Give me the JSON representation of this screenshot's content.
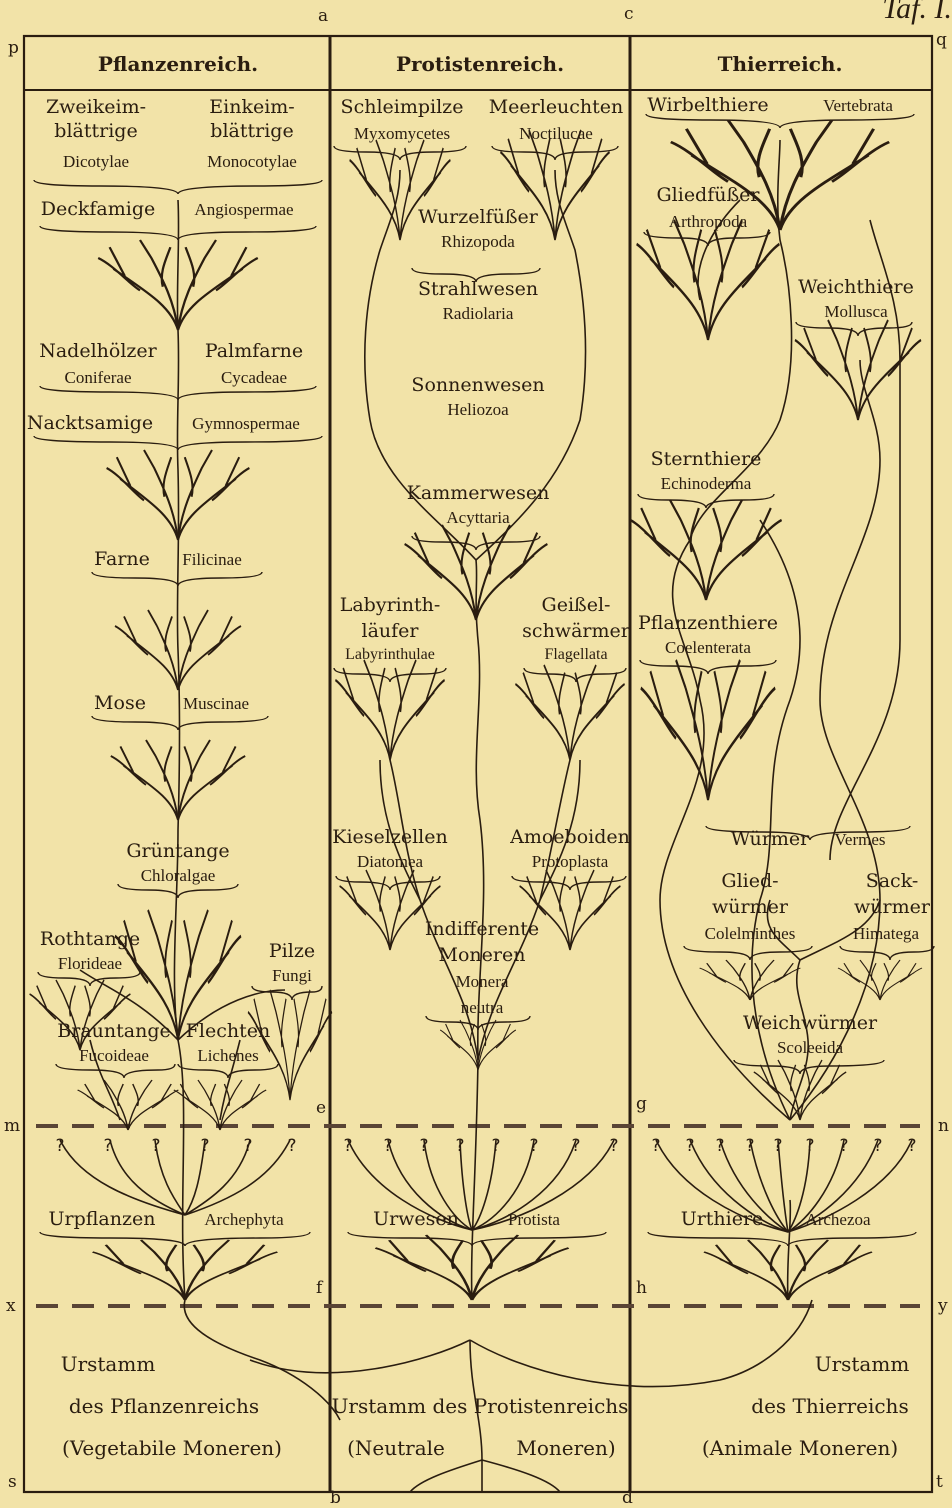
{
  "plate_number": "Taf. I.",
  "corner_labels": {
    "a": "a",
    "c_top": "c",
    "p": "p",
    "q": "q",
    "e": "e",
    "g": "g",
    "m": "m",
    "n": "n",
    "f": "f",
    "h": "h",
    "x": "x",
    "y": "y",
    "s": "s",
    "t": "t",
    "b": "b",
    "d": "d"
  },
  "question_mark": "?",
  "headers": {
    "plants": "Pflanzenreich.",
    "protists": "Protistenreich.",
    "animals": "Thierreich."
  },
  "plants": {
    "dicot_de": "Zweikeim-",
    "dicot_de2": "blättrige",
    "dicot_la": "Dicotylae",
    "monocot_de": "Einkeim-",
    "monocot_de2": "blättrige",
    "monocot_la": "Monocotylae",
    "angio_de": "Deckfamige",
    "angio_la": "Angiospermae",
    "conif_de": "Nadelhölzer",
    "conif_la": "Coniferae",
    "cycad_de": "Palmfarne",
    "cycad_la": "Cycadeae",
    "gymno_de": "Nacktsamige",
    "gymno_la": "Gymnospermae",
    "fern_de": "Farne",
    "fern_la": "Filicinae",
    "moss_de": "Mose",
    "moss_la": "Muscinae",
    "green_de": "Grüntange",
    "green_la": "Chloralgae",
    "red_de": "Rothtange",
    "red_la": "Florideae",
    "fungi_de": "Pilze",
    "fungi_la": "Fungi",
    "brown_de": "Brauntange",
    "brown_la": "Fucoideae",
    "lichen_de": "Flechten",
    "lichen_la": "Lichenes",
    "archephyta_de": "Urpflanzen",
    "archephyta_la": "Archephyta",
    "root1": "Urstamm",
    "root2": "des Pflanzenreichs",
    "root3": "(Vegetabile Moneren)"
  },
  "protists": {
    "myxo_de": "Schleimpilze",
    "myxo_la": "Myxomycetes",
    "nocti_de": "Meerleuchten",
    "nocti_la": "Noctilucae",
    "rhizo_de": "Wurzelfüßer",
    "rhizo_la": "Rhizopoda",
    "radio_de": "Strahlwesen",
    "radio_la": "Radiolaria",
    "helio_de": "Sonnenwesen",
    "helio_la": "Heliozoa",
    "acytt_de": "Kammerwesen",
    "acytt_la": "Acyttaria",
    "laby_de": "Labyrinth-",
    "laby_de2": "läufer",
    "laby_la": "Labyrinthulae",
    "flag_de": "Geißel-",
    "flag_de2": "schwärmer",
    "flag_la": "Flagellata",
    "diat_de": "Kieselzellen",
    "diat_la": "Diatomea",
    "amoeb_de": "Amoeboiden",
    "amoeb_la": "Protoplasta",
    "monera_de": "Indifferente",
    "monera_de2": "Moneren",
    "monera_la": "Monera",
    "monera_la2": "neutra",
    "protista_de": "Urwesen",
    "protista_la": "Protista",
    "root1": "Urstamm des Protistenreichs",
    "root2": "(Neutrale",
    "root3": "Moneren)"
  },
  "animals": {
    "vert_de": "Wirbelthiere",
    "vert_la": "Vertebrata",
    "arthro_de": "Gliedfüßer",
    "arthro_la": "Arthropoda",
    "moll_de": "Weichthiere",
    "moll_la": "Mollusca",
    "echino_de": "Sternthiere",
    "echino_la": "Echinoderma",
    "coel_de": "Pflanzenthiere",
    "coel_la": "Coelenterata",
    "vermes_de": "Würmer",
    "vermes_la": "Vermes",
    "colel_de": "Glied-",
    "colel_de2": "würmer",
    "colel_la": "Colelminthes",
    "himat_de": "Sack-",
    "himat_de2": "würmer",
    "himat_la": "Himatega",
    "scol_de": "Weichwürmer",
    "scol_la": "Scoleeida",
    "archezoa_de": "Urthiere",
    "archezoa_la": "Archezoa",
    "root1": "Urstamm",
    "root2": "des Thierreichs",
    "root3": "(Animale Moneren)"
  }
}
